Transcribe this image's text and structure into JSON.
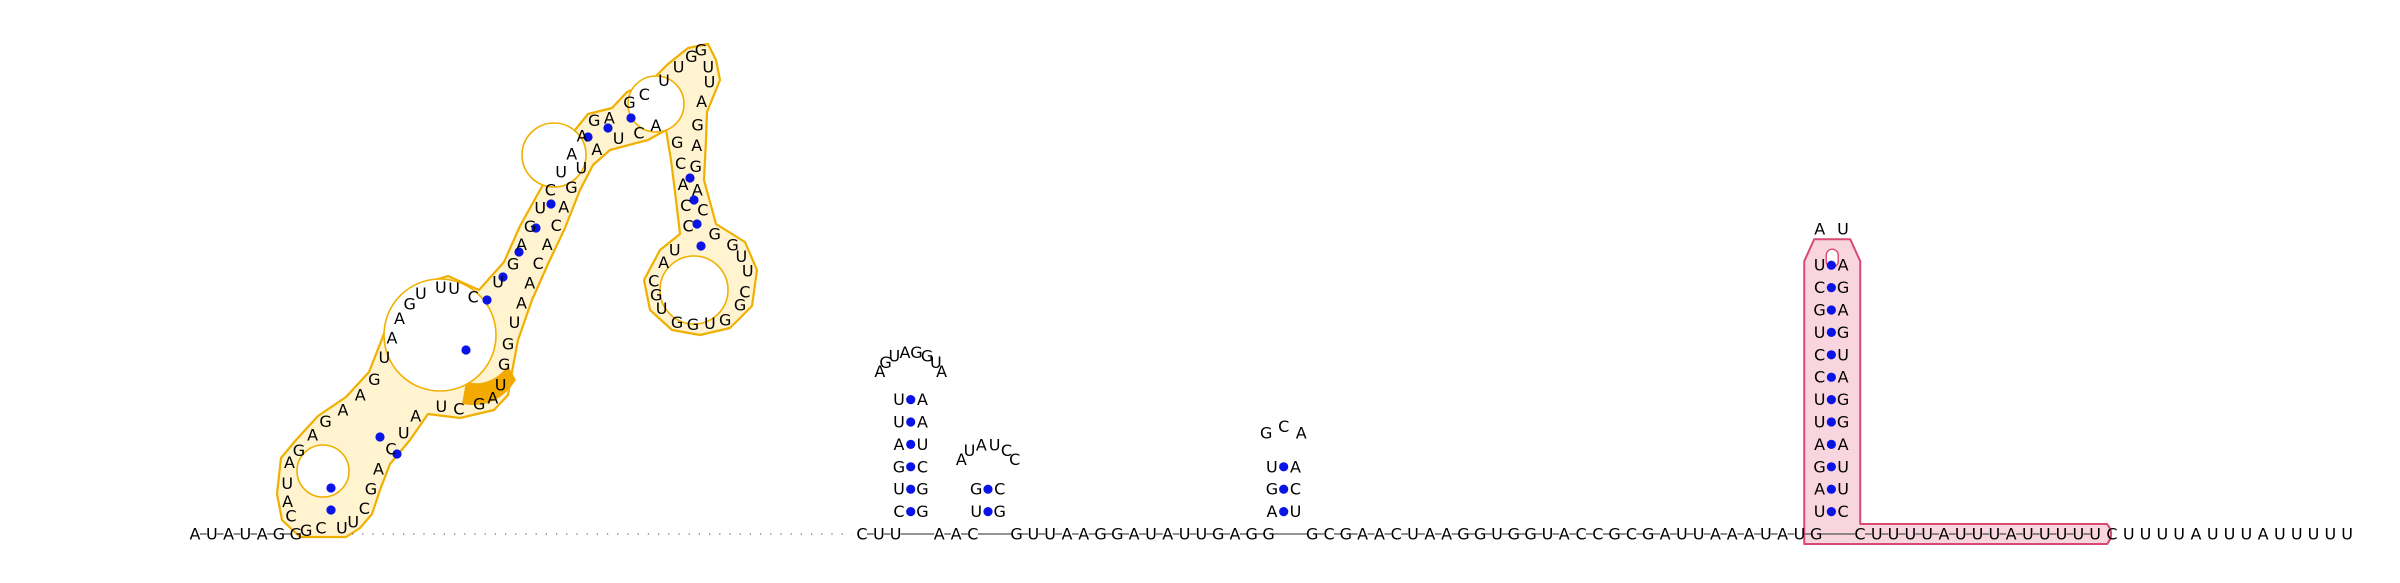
{
  "diagram": {
    "type": "rna-secondary-structure",
    "colors": {
      "base_pair": "#0a14e6",
      "region_1_outline": "#f0b000",
      "region_1_fill": "#fff3d0",
      "region_1_highlight": "#f2a900",
      "region_2_outline": "#d94a72",
      "region_2_fill": "#f9d6df",
      "backbone": "#555555"
    },
    "five_prime_tail": "AUAUAGG",
    "bases_visible_tail": "CUUAACGUUAAGGAUAUUGAGGGCGAACUAAGGUGGUACCGCGAUUAAAUAUGCUUUUAUUUAUUUUU",
    "hairpin_1": {
      "stem_left": [
        "C",
        "U",
        "G",
        "A",
        "U",
        "U"
      ],
      "stem_right": [
        "G",
        "G",
        "C",
        "U",
        "A",
        "A"
      ],
      "loop": [
        "A",
        "G",
        "U",
        "A",
        "G",
        "G",
        "U",
        "A"
      ]
    },
    "hairpin_2": {
      "stem_left": [
        "U",
        "G"
      ],
      "stem_right": [
        "G",
        "C"
      ],
      "loop": [
        "A",
        "U",
        "A",
        "U",
        "C",
        "C"
      ]
    },
    "hairpin_3": {
      "stem_left": [
        "A",
        "G",
        "U"
      ],
      "stem_right": [
        "U",
        "C",
        "A"
      ],
      "loop": [
        "G",
        "C",
        "A"
      ]
    },
    "hairpin_4": {
      "stem_left": [
        "U",
        "A",
        "G",
        "A",
        "U",
        "U",
        "C",
        "C",
        "U",
        "G",
        "C",
        "U"
      ],
      "stem_right": [
        "C",
        "U",
        "U",
        "A",
        "G",
        "G",
        "A",
        "U",
        "G",
        "A",
        "G",
        "A"
      ],
      "loop": [
        "A",
        "U"
      ]
    },
    "three_prime_tail": "CUUUUAUUUAUUUUU",
    "region_1_letters": [
      "G",
      "C",
      "A",
      "U",
      "A",
      "G",
      "A",
      "G",
      "A",
      "A",
      "G",
      "U",
      "A",
      "A",
      "G",
      "U",
      "U",
      "U",
      "C",
      "U",
      "G",
      "A",
      "G",
      "U",
      "C",
      "U",
      "A",
      "A",
      "G",
      "A",
      "G",
      "C",
      "U",
      "U",
      "G",
      "G",
      "U",
      "U",
      "A",
      "G",
      "A",
      "G",
      "A",
      "C",
      "G",
      "G",
      "U",
      "U",
      "C",
      "G",
      "G",
      "U",
      "G",
      "G",
      "U",
      "G",
      "C",
      "A",
      "U",
      "C",
      "C",
      "A",
      "C",
      "G",
      "A",
      "C",
      "U",
      "A",
      "U",
      "G",
      "A",
      "C",
      "A",
      "C",
      "A",
      "A",
      "U",
      "G",
      "G",
      "U",
      "A",
      "G",
      "C",
      "U",
      "A",
      "U",
      "C",
      "A",
      "G",
      "C",
      "U",
      "U",
      "C"
    ]
  }
}
